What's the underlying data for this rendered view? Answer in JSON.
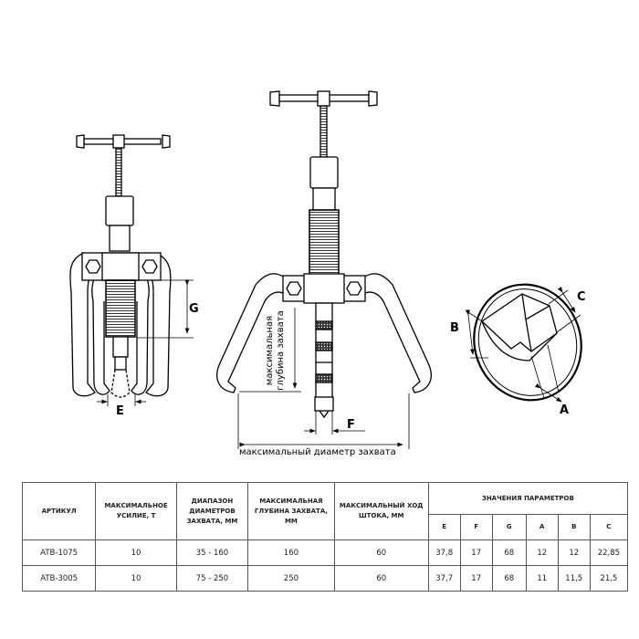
{
  "diagram": {
    "labels": {
      "G": "G",
      "E": "E",
      "F": "F",
      "A": "A",
      "B": "B",
      "C": "C"
    },
    "max_depth_caption": [
      "максимальная",
      "глубина захвата"
    ],
    "max_diameter_caption": "максимальный диаметр захвата"
  },
  "table": {
    "headers": [
      "АРТИКУЛ",
      "МАКСИМАЛЬНОЕ УСИЛИЕ, Т",
      "ДИАПАЗОН ДИАМЕТРОВ ЗАХВАТА, ММ",
      "МАКСИМАЛЬНАЯ ГЛУБИНА ЗАХВАТА, ММ",
      "МАКСИМАЛЬНЫЙ ХОД ШТОКА, ММ"
    ],
    "params_header": "ЗНАЧЕНИЯ ПАРАМЕТРОВ",
    "param_cols": [
      "E",
      "F",
      "G",
      "A",
      "B",
      "C"
    ],
    "rows": [
      [
        "ATB-1075",
        "10",
        "35 - 160",
        "160",
        "60",
        "37,8",
        "17",
        "68",
        "12",
        "12",
        "22,85"
      ],
      [
        "ATB-3005",
        "10",
        "75 - 250",
        "250",
        "60",
        "37,7",
        "17",
        "68",
        "11",
        "11,5",
        "21,5"
      ]
    ]
  }
}
